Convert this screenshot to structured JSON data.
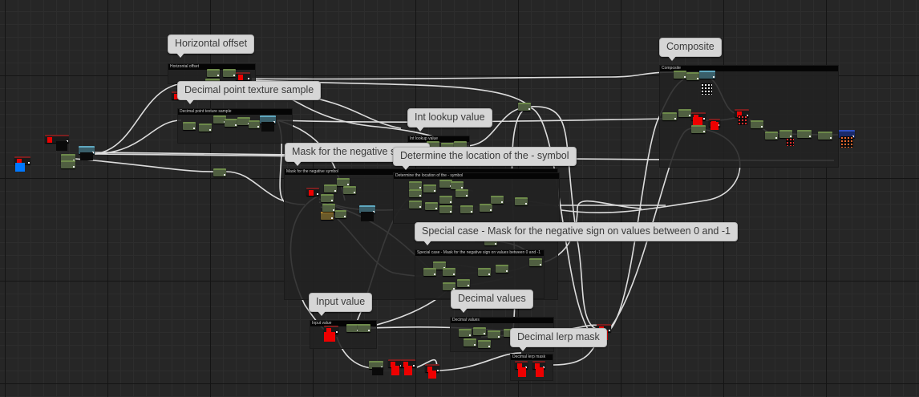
{
  "graph": {
    "comments": [
      {
        "id": "horizontal-offset",
        "bubble": "Horizontal offset",
        "header": "Horizontal offset"
      },
      {
        "id": "decimal-point",
        "bubble": "Decimal point texture sample",
        "header": "Decimal point texture sample"
      },
      {
        "id": "int-lookup",
        "bubble": "Int lookup value",
        "header": "Int lookup value"
      },
      {
        "id": "mask-negative",
        "bubble": "Mask for the negative symbol",
        "header": "Mask for the negative symbol"
      },
      {
        "id": "determine-location",
        "bubble": "Determine the location of the - symbol",
        "header": "Determine the location of the - symbol"
      },
      {
        "id": "special-case",
        "bubble": "Special case - Mask for the negative sign on values between 0 and -1",
        "header": "Special case - Mask for the negative sign on values between 0 and -1"
      },
      {
        "id": "input-value",
        "bubble": "Input value",
        "header": "Input value"
      },
      {
        "id": "decimal-values",
        "bubble": "Decimal values",
        "header": "Decimal values"
      },
      {
        "id": "decimal-lerp-mask",
        "bubble": "Decimal lerp mask",
        "header": "Decimal lerp mask"
      },
      {
        "id": "composite",
        "bubble": "Composite",
        "header": "Composite"
      }
    ],
    "colors": {
      "background": "#262626",
      "grid_major": "#141414",
      "wire": "#f0f0f0",
      "node_math": "#505f41",
      "node_texture": "#3a5f6a",
      "param_red": "#ee0000",
      "param_blue": "#0078ff",
      "comment_bubble": "#d6d6d6"
    }
  }
}
